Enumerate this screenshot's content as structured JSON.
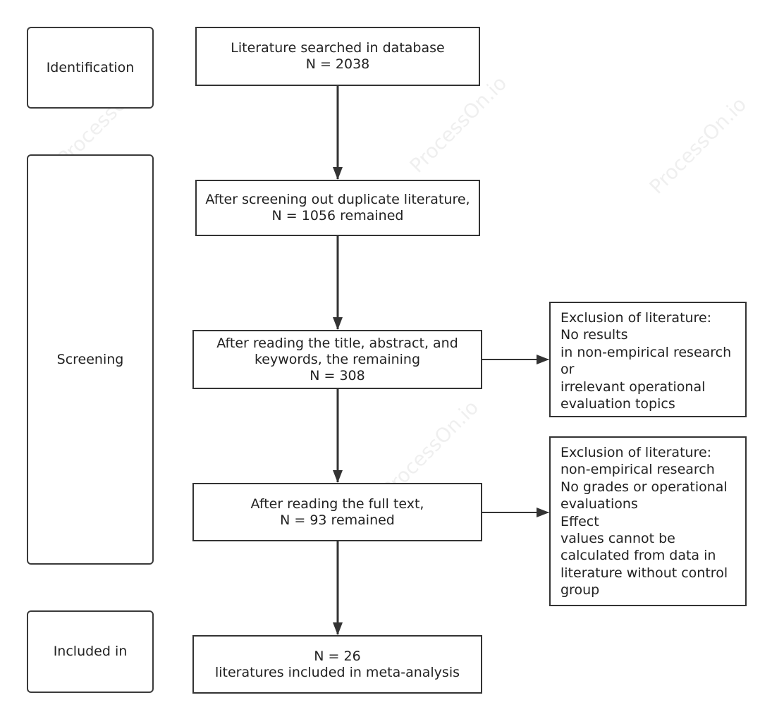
{
  "stages": {
    "identification": "Identification",
    "screening": "Screening",
    "included": "Included in"
  },
  "steps": {
    "search": {
      "line1": "Literature searched in database",
      "line2": "N = 2038"
    },
    "duplicates": {
      "line1": "After screening out duplicate literature,",
      "line2": "N = 1056 remained"
    },
    "title_abstract": {
      "line1": "After reading the title, abstract, and",
      "line2": "keywords, the remaining",
      "line3": "N = 308"
    },
    "full_text": {
      "line1": "After reading the full text,",
      "line2": "N = 93 remained"
    },
    "included": {
      "line1": "N = 26",
      "line2": "literatures included in meta-analysis"
    }
  },
  "exclusions": {
    "first": [
      "Exclusion of literature:",
      "No results",
      "in non-empirical research",
      "or",
      "irrelevant operational",
      "evaluation topics"
    ],
    "second": [
      "Exclusion of literature:",
      "non-empirical research",
      "No grades or operational",
      "evaluations",
      "Effect",
      "values cannot be",
      "calculated from data in",
      "literature without control",
      "group"
    ]
  },
  "colors": {
    "stroke": "#333333",
    "text": "#222222"
  }
}
